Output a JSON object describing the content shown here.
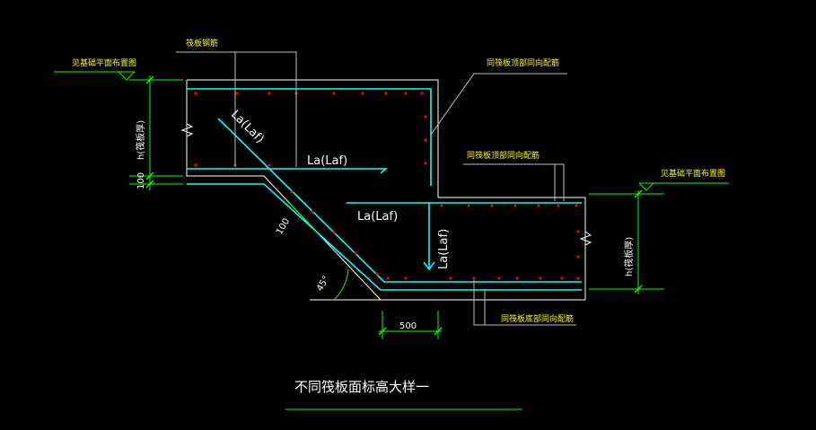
{
  "labels": {
    "ref_plan_left": "见基础平面布置图",
    "ref_plan_right": "见基础平面布置图",
    "raft_rebar": "筏板钢筋",
    "top_same_dir_upper": "同筏板顶部同向配筋",
    "top_same_dir_lower": "同筏板顶部同向配筋",
    "bottom_same_dir": "同筏板底部同向配筋",
    "h_left": "h(筏板厚)",
    "h_right": "h(筏板厚)",
    "anchor_slope": "La(Laf)",
    "anchor_upper_h": "La(Laf)",
    "anchor_mid_h": "La(Laf)",
    "anchor_vertical": "La(Laf)",
    "dim_100_left": "100",
    "dim_100_slope": "100",
    "dim_500": "500",
    "angle_45": "45°",
    "title": "不同筏板面标高大样一"
  },
  "colors": {
    "background": "#000000",
    "concrete_outline": "#ffffff",
    "rebar": "#00ffff",
    "rebar_dot": "#ff0000",
    "dimension": "#00ff00",
    "leader": "#c0c0c0",
    "annotation_yellow": "#ffff00"
  }
}
